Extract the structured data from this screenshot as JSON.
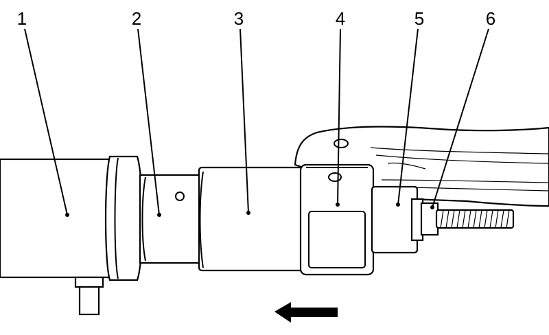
{
  "callouts": [
    {
      "id": "1",
      "label": "1"
    },
    {
      "id": "2",
      "label": "2"
    },
    {
      "id": "3",
      "label": "3"
    },
    {
      "id": "4",
      "label": "4"
    },
    {
      "id": "5",
      "label": "5"
    },
    {
      "id": "6",
      "label": "6"
    }
  ],
  "direction_arrow": {
    "direction": "left"
  },
  "colors": {
    "line": "#000000",
    "background": "#ffffff"
  }
}
